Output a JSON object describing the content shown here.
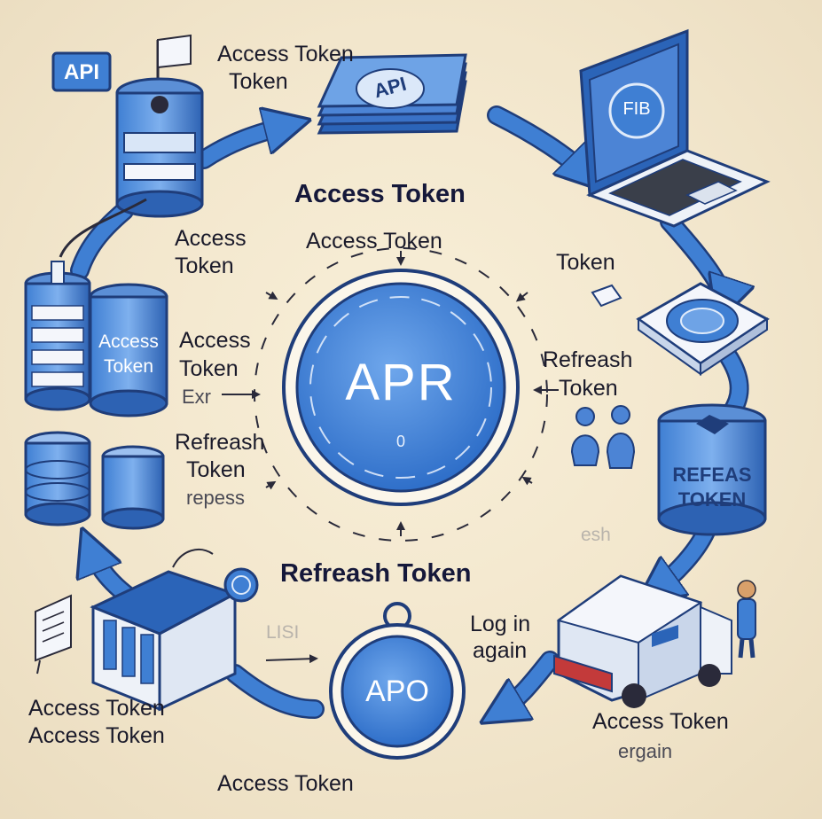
{
  "labels": {
    "api_flag": "API",
    "top_card_title_1": "Access Token",
    "top_card_title_2": "Token",
    "heading_access": "Access Token",
    "ring_top": "Access Token",
    "left_upper_1": "Access",
    "left_upper_2": "Token",
    "left_mid_1": "Access",
    "left_mid_2": "Token",
    "left_mid_3": "Exr",
    "left_lower_1": "Refreash",
    "left_lower_2": "Token",
    "left_lower_3": "repess",
    "can_left": "Access\nToken",
    "right_token": "Token",
    "right_refresh_1": "Refreash",
    "right_refresh_2": "Token",
    "right_can": "REFEAS\nTOKEN",
    "right_faded": "esh",
    "center_main": "APR",
    "center_sub": "0",
    "heading_refresh": "Refreash Token",
    "bottom_faded": "LISI",
    "bottom_badge": "APO",
    "bottom_right_1": "Log in",
    "bottom_right_2": "again",
    "bottom_left_1": "Access Token",
    "bottom_left_2": "Access Token",
    "bottom_center": "Access Token",
    "bottom_right_3": "Access Token",
    "bottom_right_4": "ergain",
    "laptop_screen": "FIB",
    "top_card_badge": "API"
  },
  "colors": {
    "background": "#f2e6cc",
    "primary_blue": "#3f7fd3",
    "dark_outline": "#1f3d7a",
    "light_blue": "#6ea3e6",
    "deep_blue": "#2b64b8"
  },
  "icons": [
    "api-flag-icon",
    "stacked-cards-icon",
    "laptop-icon",
    "database-icon",
    "token-can-icon",
    "tablet-icon",
    "people-icon",
    "delivery-truck-icon",
    "person-icon",
    "building-icon",
    "stopwatch-badge-icon",
    "whiteboard-icon",
    "cycle-arrow-icon"
  ]
}
